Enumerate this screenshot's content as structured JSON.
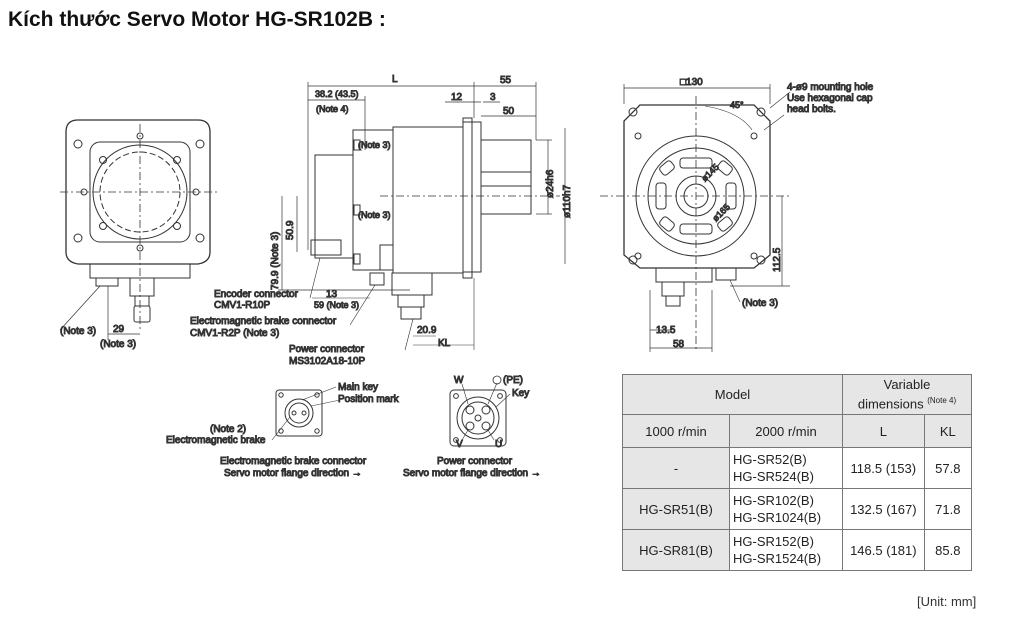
{
  "title": "Kích thước Servo Motor HG-SR102B :",
  "drawing": {
    "front": {
      "note3": "(Note 3)",
      "dim29": "29",
      "note3b": "(Note 3)"
    },
    "side": {
      "L": "L",
      "dim55": "55",
      "dim38": "38.2 (43.5)",
      "note4": "(Note 4)",
      "dim12": "12",
      "dim3": "3",
      "dim50": "50",
      "note3_top": "(Note 3)",
      "note3_mid": "(Note 3)",
      "shaft1": "ø24h6",
      "shaft2": "ø110h7",
      "v799": "79.9 (Note 3)",
      "v509": "50.9",
      "enc_label": "Encoder connector",
      "enc_model": "CMV1-R10P",
      "dim13": "13",
      "dim59": "59 (Note 3)",
      "brake_label": "Electromagnetic brake connector",
      "brake_model": "CMV1-R2P (Note 3)",
      "dim209": "20.9",
      "KL": "KL",
      "power_label": "Power connector",
      "power_model": "MS3102A18-10P"
    },
    "flange": {
      "sq130": "□130",
      "mount1": "4-ø9 mounting hole",
      "mount2": "Use hexagonal cap",
      "mount3": "head bolts.",
      "angle": "45°",
      "d145": "ø145",
      "d165": "ø165",
      "dim1125": "112.5",
      "note3": "(Note 3)",
      "dim135": "13.5",
      "dim58": "58"
    },
    "brake_conn": {
      "main_key": "Main key",
      "pos_mark": "Position mark",
      "note2": "(Note 2)",
      "em_brake": "Electromagnetic brake",
      "cap1": "Electromagnetic brake connector",
      "cap2": "Servo motor flange direction →"
    },
    "power_conn": {
      "W": "W",
      "PE": "(PE)",
      "key": "Key",
      "V": "V",
      "U": "U",
      "cap1": "Power connector",
      "cap2": "Servo motor flange direction →"
    }
  },
  "table": {
    "h_model": "Model",
    "h_var1": "Variable",
    "h_var2": "dimensions",
    "h_note": "(Note 4)",
    "h_1000": "1000 r/min",
    "h_2000": "2000 r/min",
    "h_L": "L",
    "h_KL": "KL",
    "rows": [
      {
        "m1000": "-",
        "m2000a": "HG-SR52(B)",
        "m2000b": "HG-SR524(B)",
        "L": "118.5 (153)",
        "KL": "57.8"
      },
      {
        "m1000": "HG-SR51(B)",
        "m2000a": "HG-SR102(B)",
        "m2000b": "HG-SR1024(B)",
        "L": "132.5 (167)",
        "KL": "71.8"
      },
      {
        "m1000": "HG-SR81(B)",
        "m2000a": "HG-SR152(B)",
        "m2000b": "HG-SR1524(B)",
        "L": "146.5 (181)",
        "KL": "85.8"
      }
    ]
  },
  "unit": "[Unit: mm]"
}
